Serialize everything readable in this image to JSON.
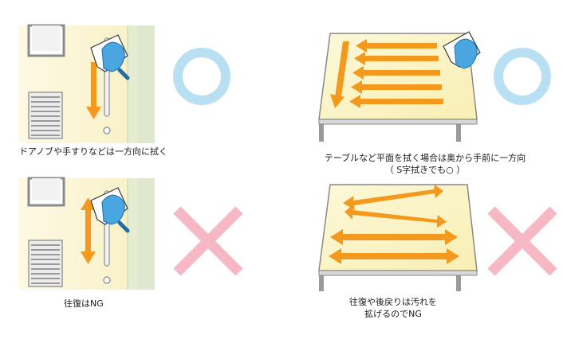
{
  "captions": {
    "door_good": "ドアノブや手すりなどは一方向に拭く",
    "table_good_line1": "テーブルなど平面を拭く場合は奥から手前に一方向",
    "table_good_line2": "（ S字拭きでも○ ）",
    "door_bad": "往復はNG",
    "table_bad_line1": "往復や後戻りは汚れを",
    "table_bad_line2": "拡げるのでNG"
  },
  "colors": {
    "arrow": "#f39a1e",
    "good_mark": "#b8e0f2",
    "bad_mark": "#f6b8c4",
    "wall": "#fbf6d6",
    "glove": "#4aa6e0"
  },
  "icons": [
    "circle-mark-icon",
    "cross-mark-icon",
    "cloth-glove-icon"
  ]
}
